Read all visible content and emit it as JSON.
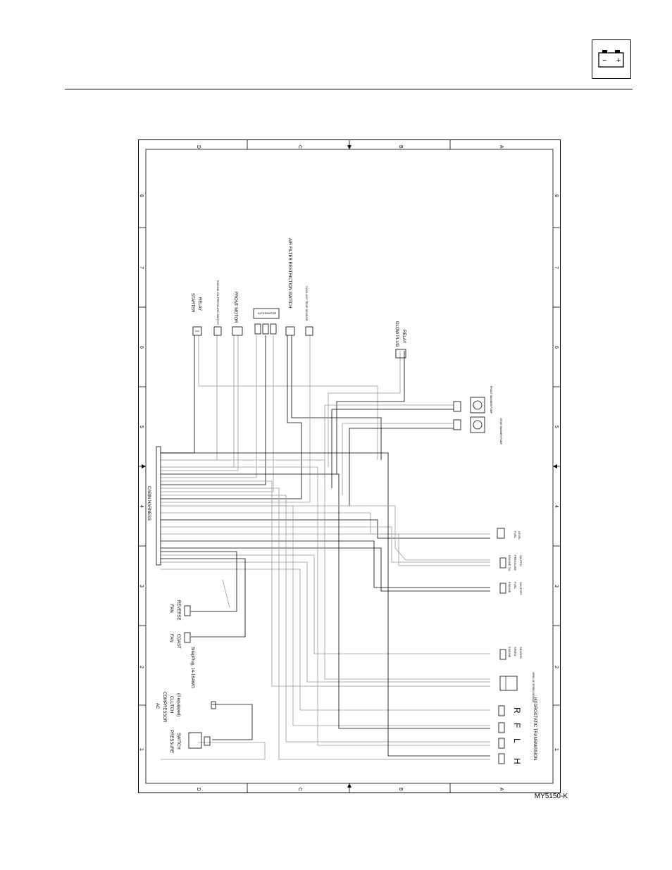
{
  "header": {
    "icon": "battery-icon",
    "battery_minus": "−",
    "battery_plus": "+"
  },
  "figure": {
    "code": "MY5150-K",
    "zones_letters": [
      "D",
      "C",
      "B",
      "A"
    ],
    "zones_numbers": [
      "1",
      "2",
      "3",
      "4",
      "5",
      "6",
      "7",
      "8"
    ],
    "components": {
      "starter_relay": [
        "STARTER",
        "RELAY"
      ],
      "engine_oil_pressure_switch": "ENGINE OIL PRESSURE SWITCH",
      "front_motor": "FRONT MOTOR",
      "alternator": "ALTERNATOR",
      "air_filter_restriction_switch": "AIR FILTER RESTRICTION SWITCH",
      "coolant_temp_sensor": "COOLANT TEMP SENSOR",
      "glow_plug_relay": [
        "GLOW PLUG",
        "RELAY"
      ],
      "cabin_harness": "CABIN HARNESS",
      "fan_reverse": [
        "FAN",
        "REVERSE"
      ],
      "fan_coast": [
        "FAN",
        "COAST"
      ],
      "snapplug": "SnapPlug, 14-16AWG",
      "ac_compressor_clutch": [
        "AC",
        "COMPRESSOR",
        "CLUTCH",
        "(if equipped)"
      ],
      "pressure_switch": [
        "PRESSURE",
        "SWITCH"
      ],
      "front_washer_pump": "FRONT WASHER PUMP",
      "rear_washer_pump": "REAR WASHER PUMP",
      "fuel_level": [
        "FUEL",
        "LEVEL"
      ],
      "engine_oil_pressure_sender": [
        "ENGINE OIL",
        "PRESSURE",
        "SWITCH"
      ],
      "engine_fuel_shutoff": [
        "ENGINE",
        "FUEL",
        "SHUTOFF"
      ],
      "engine_speed_sensor": [
        "ENGINE",
        "SPEED",
        "SENSOR"
      ],
      "vehicle_speed_sensor": "VEHICLE SPEED SENSOR",
      "hydrostatic_transmission": "HYDROSTATIC TRANSMISSION",
      "transmission_letters": [
        "H",
        "L",
        "F",
        "R"
      ]
    }
  }
}
